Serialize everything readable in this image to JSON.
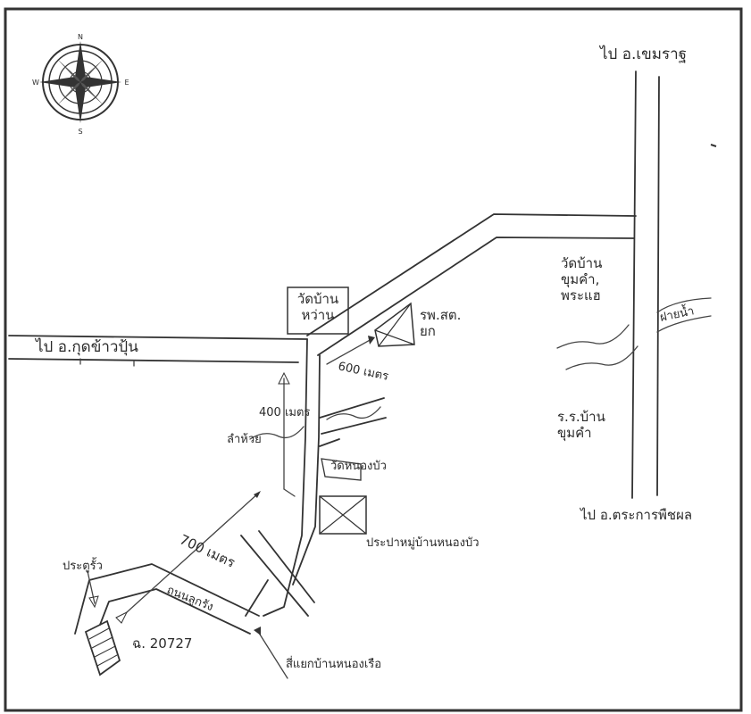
{
  "compass": {
    "north": "N",
    "south": "S",
    "east": "E",
    "west": "W"
  },
  "labels": {
    "to_top_right": "ไป อ.เขมราฐ",
    "to_bottom_right": "ไป อ.ตระการพืชผล",
    "to_left": "ไป อ.กุดข้าวปุ้น",
    "temple_left": "วัดบ้าน\nหว่าน",
    "health_center": "รพ.สต.\nยก",
    "dist_600": "600 เมตร",
    "dist_400": "400 เมตร",
    "dist_700": "700 เมตร",
    "stream": "ลำห้วย",
    "temple_right": "วัดบ้าน\nขุมคำ,\nพระแฮ",
    "pond": "ฝายน้ำ",
    "school": "ร.ร.บ้าน\nขุมคำ",
    "water_station": "วัดหนองบัว",
    "village_water": "ประปาหมู่บ้านหนองบัว",
    "gate": "ประตูรั้ว",
    "laterite": "ถนนลูกรัง",
    "parcel": "ฉ. 20727",
    "junction": "สี่แยกบ้านหนองเรือ"
  },
  "colors": {
    "ink": "#2a2a2a",
    "frame": "#333333",
    "paper": "#ffffff"
  }
}
